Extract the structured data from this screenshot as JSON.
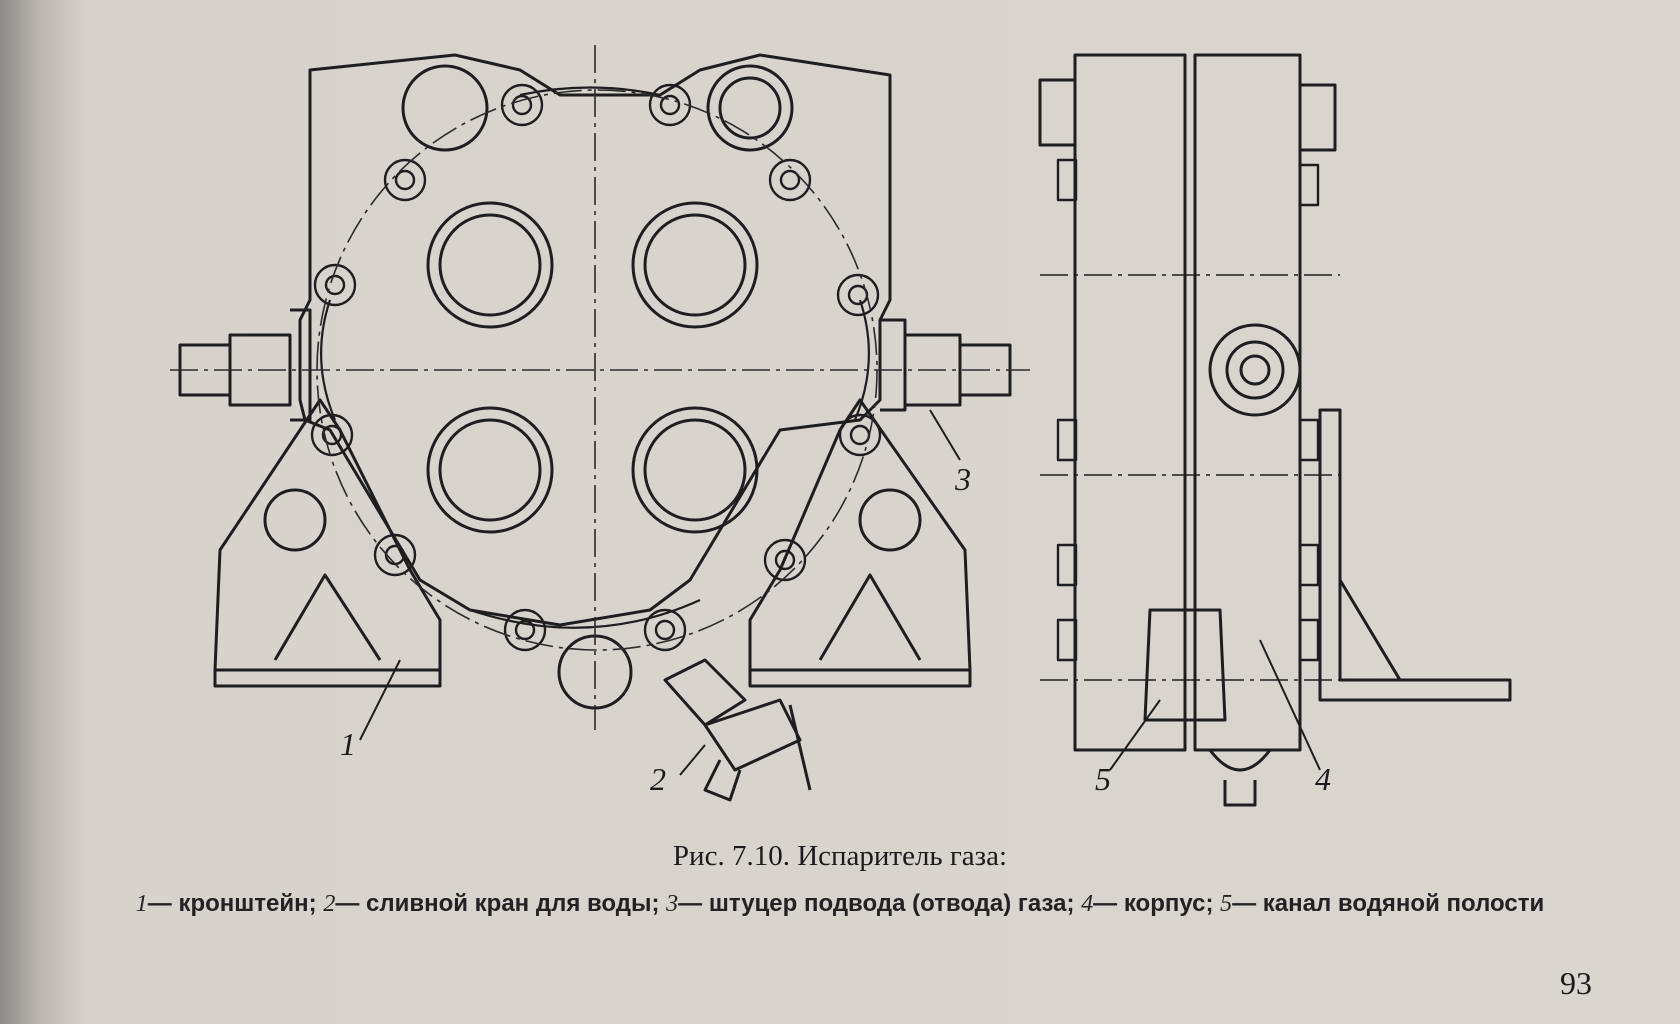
{
  "figure": {
    "title": "Рис. 7.10. Испаритель газа:",
    "legend": [
      {
        "num": "1",
        "text": "— кронштейн;"
      },
      {
        "num": "2",
        "text": "— сливной кран для воды;"
      },
      {
        "num": "3",
        "text": "— штуцер подвода (отвода) газа;"
      },
      {
        "num": "4",
        "text": "— корпус;"
      },
      {
        "num": "5",
        "text": "— канал водяной полости"
      }
    ],
    "callouts": [
      "1",
      "2",
      "3",
      "4",
      "5"
    ]
  },
  "page_number": "93"
}
